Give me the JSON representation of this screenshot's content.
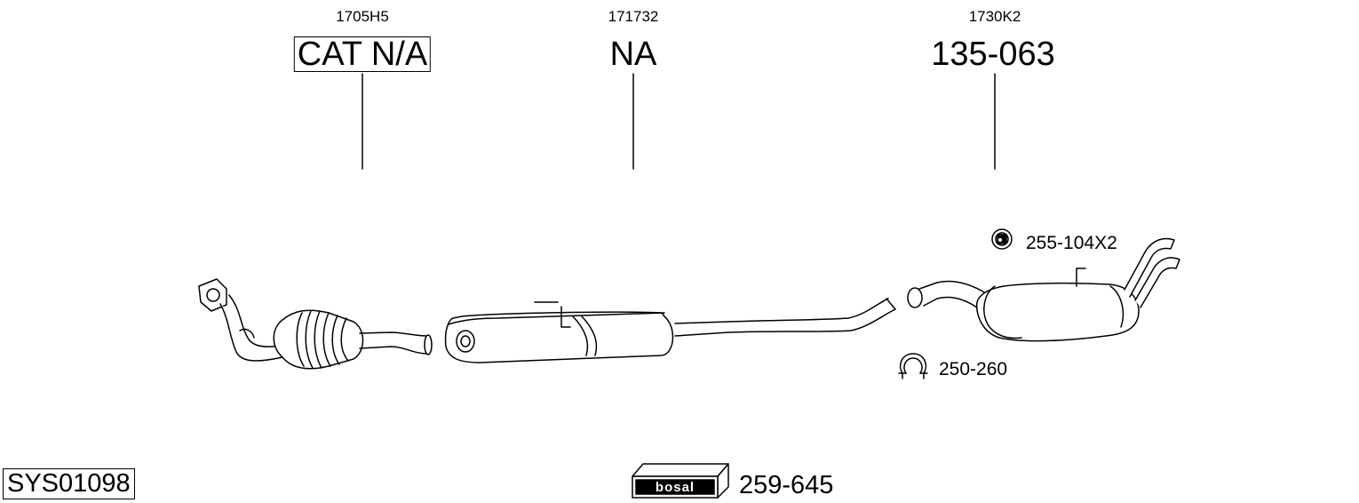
{
  "components": [
    {
      "oe_number": "1705H5",
      "part_number": "CAT N/A",
      "boxed": true
    },
    {
      "oe_number": "171732",
      "part_number": "NA",
      "boxed": false
    },
    {
      "oe_number": "1730K2",
      "part_number": "135-063",
      "boxed": false
    }
  ],
  "accessories": [
    {
      "label": "255-104X2",
      "icon": "rubber-hanger-icon"
    },
    {
      "label": "250-260",
      "icon": "pipe-clamp-icon"
    }
  ],
  "system_number": "SYS01098",
  "mounting_kit": {
    "label": "259-645",
    "brand": "bosal"
  }
}
